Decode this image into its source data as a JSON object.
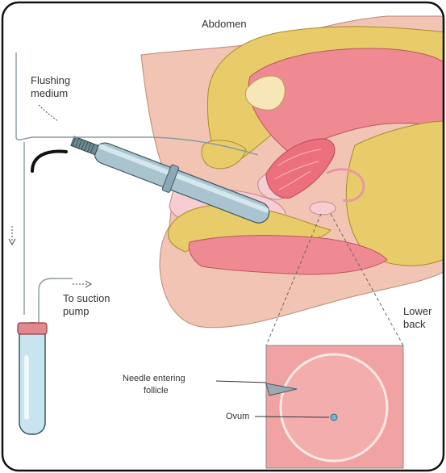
{
  "labels": {
    "abdomen": "Abdomen",
    "flushing_line1": "Flushing",
    "flushing_line2": "medium",
    "suction_line1": "To suction",
    "suction_line2": "pump",
    "lower_back_line1": "Lower",
    "lower_back_line2": "back",
    "needle_line1": "Needle entering",
    "needle_line2": "follicle",
    "ovum": "Ovum"
  },
  "colors": {
    "skin": "#f2c4b4",
    "fat": "#e8cc6a",
    "organ": "#ef8a92",
    "inset_bg": "#f1a3a3",
    "probe": "#a9c4cf",
    "tube": "#c8e4ee",
    "cap": "#e3898d",
    "frame": "#111111"
  }
}
